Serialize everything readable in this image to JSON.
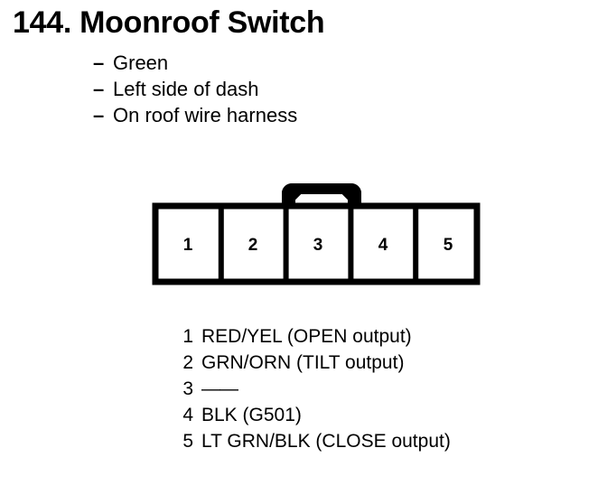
{
  "title": "144. Moonroof Switch",
  "notes": {
    "marker": "–",
    "items": [
      "Green",
      "Left side of dash",
      "On roof wire harness"
    ]
  },
  "connector": {
    "cavity_count": 5,
    "cavity_labels": [
      "1",
      "2",
      "3",
      "4",
      "5"
    ],
    "latch_position": "top-center",
    "outline_color": "#000000",
    "fill_color": "#ffffff"
  },
  "legend": {
    "rows": [
      {
        "pin": "1",
        "description": "RED/YEL (OPEN output)"
      },
      {
        "pin": "2",
        "description": "GRN/ORN (TILT output)"
      },
      {
        "pin": "3",
        "description": "——"
      },
      {
        "pin": "4",
        "description": "BLK (G501)"
      },
      {
        "pin": "5",
        "description": "LT GRN/BLK (CLOSE output)"
      }
    ]
  }
}
